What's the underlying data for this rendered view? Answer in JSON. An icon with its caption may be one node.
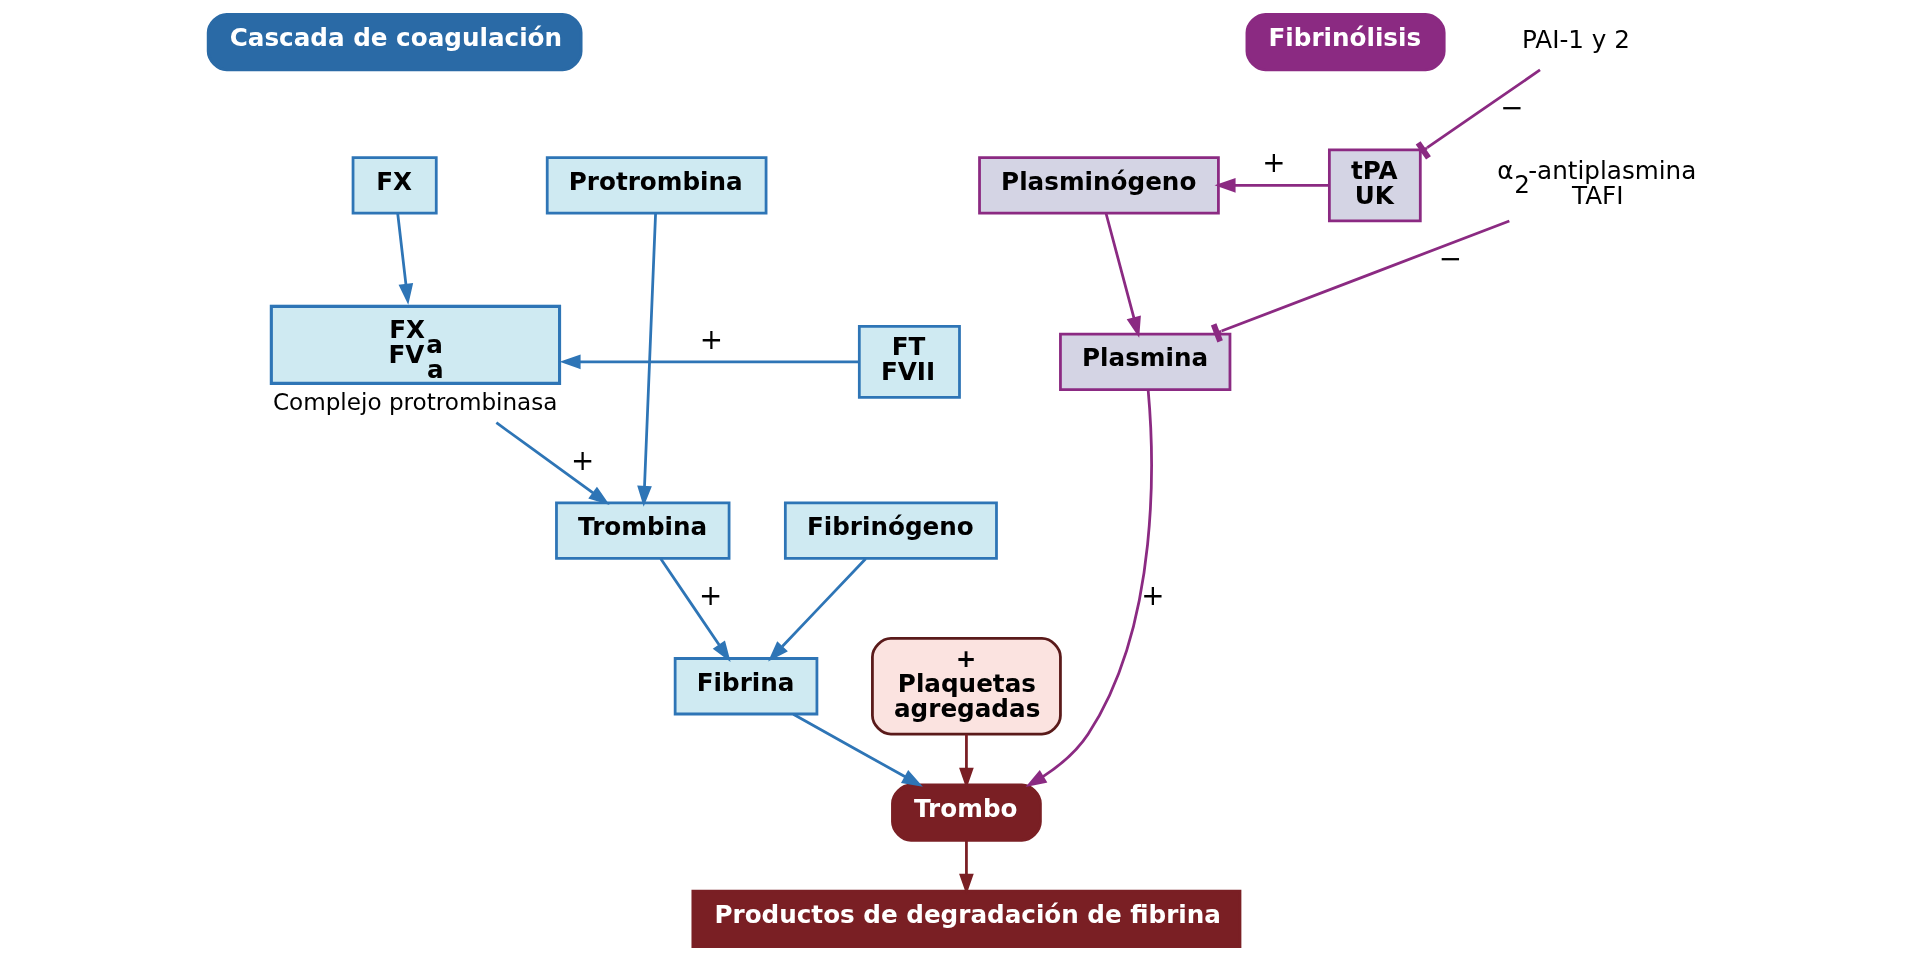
{
  "diagram": {
    "nodes": [
      {
        "text": [
          "Cascada de coagulación"
        ]
      },
      {
        "text": [
          "Fibrinólisis"
        ]
      },
      {
        "text": [
          "FX"
        ]
      },
      {
        "text": [
          "FT FVII"
        ]
      },
      {
        "text": [
          "FX$_{a}$ FV$_{a}$"
        ],
        "beside": [
          "Complejo protrombinasa"
        ]
      },
      {
        "text": [
          "Protrombina"
        ]
      },
      {
        "text": [
          "Trombina"
        ]
      },
      {
        "text": [
          "Fibrinógeno"
        ]
      },
      {
        "text": [
          "Fibrina"
        ]
      },
      {
        "text": [
          "+",
          "Plaquetas agregadas"
        ]
      },
      {
        "text": [
          "Trombo"
        ]
      },
      {
        "text": [
          "Productos de degradación de fibrina"
        ]
      },
      {
        "text": [
          "Plasminógeno"
        ]
      },
      {
        "text": [
          "tPA UK"
        ]
      },
      {
        "text": [
          "Plasmina"
        ]
      },
      {
        "text": [
          "PAI-1 y 2"
        ]
      },
      {
        "text": [
          "α$_{2}$-antiplasmina TAFI"
        ]
      }
    ],
    "edges": [
      {
        "from": 2,
        "to": 4,
        "arrow": "to"
      },
      {
        "from": 3,
        "to": 4,
        "arrow": "to",
        "label": "+"
      },
      {
        "from": 4,
        "to": 6,
        "arrow": "to",
        "label": "+"
      },
      {
        "from": 5,
        "to": 6,
        "arrow": "to"
      },
      {
        "from": 6,
        "to": 8,
        "arrow": "to",
        "label": "+"
      },
      {
        "from": 7,
        "to": 8,
        "arrow": "to"
      },
      {
        "from": 8,
        "to": 10,
        "arrow": "to"
      },
      {
        "from": 9,
        "to": 10,
        "arrow": "to",
        "color": "#7a1f24"
      },
      {
        "from": 10,
        "to": 11,
        "arrow": "to",
        "color": "#7a1f24"
      },
      {
        "from": 12,
        "to": 14,
        "arrow": "to",
        "color": "#8b2a82"
      },
      {
        "from": 13,
        "to": 12,
        "arrow": "to",
        "label": "+",
        "color": "#8b2a82"
      },
      {
        "from": 14,
        "to": 10,
        "arrow": "to",
        "label": "+",
        "color": "#8b2a82"
      },
      {
        "from": 15,
        "to": 13,
        "arrow": "other",
        "label": "−",
        "color": "#8b2a82"
      },
      {
        "from": 16,
        "to": 14,
        "arrow": "other",
        "label": "−",
        "color": "#8b2a82"
      }
    ]
  }
}
